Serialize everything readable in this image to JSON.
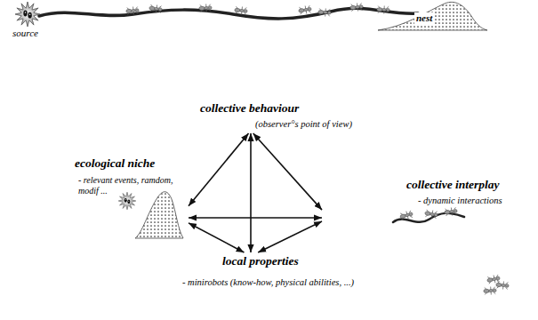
{
  "diagram": {
    "nodes": [
      {
        "text": [
          "collective behaviour",
          "(observer°s point of view)"
        ]
      },
      {
        "text": [
          "ecological niche",
          "- relevant events, ramdom, modif ..."
        ]
      },
      {
        "text": [
          "collective interplay",
          "- dynamic interactions"
        ]
      },
      {
        "text": [
          "local properties",
          "- minirobots (know-how, physical abilities, ...)"
        ]
      }
    ],
    "edges": [
      {
        "from": 0,
        "to": 1,
        "arrow": "both"
      },
      {
        "from": 0,
        "to": 3,
        "arrow": "both"
      },
      {
        "from": 0,
        "to": 2,
        "arrow": "both"
      },
      {
        "from": 1,
        "to": 2,
        "arrow": "both"
      },
      {
        "from": 1,
        "to": 3,
        "arrow": "both"
      },
      {
        "from": 2,
        "to": 3,
        "arrow": "both"
      }
    ],
    "labels": [
      "source",
      "nest"
    ]
  }
}
